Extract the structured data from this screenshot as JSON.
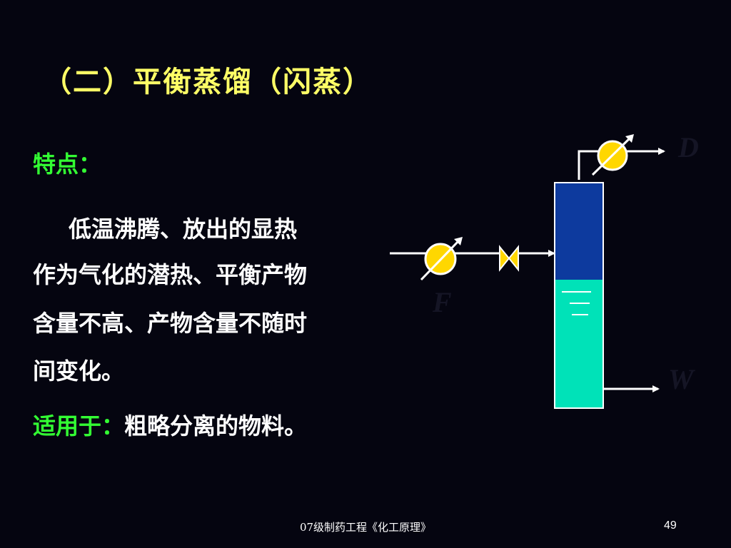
{
  "title": "（二）平衡蒸馏（闪蒸）",
  "features": {
    "label": "特点：",
    "lines": [
      "低温沸腾、放出的显热",
      "作为气化的潜热、平衡产物",
      "含量不高、产物含量不随时",
      "间变化。"
    ]
  },
  "applicable": {
    "label": "适用于：",
    "value": "粗略分离的物料。"
  },
  "diagram": {
    "labels": {
      "distillate": "D",
      "feed": "F",
      "residue": "W"
    },
    "colors": {
      "vapor": "#0D3A9E",
      "liquid": "#00E2B8",
      "heater": "#FFD700"
    }
  },
  "footer": {
    "course": "07级制药工程《化工原理》",
    "page": "49"
  }
}
